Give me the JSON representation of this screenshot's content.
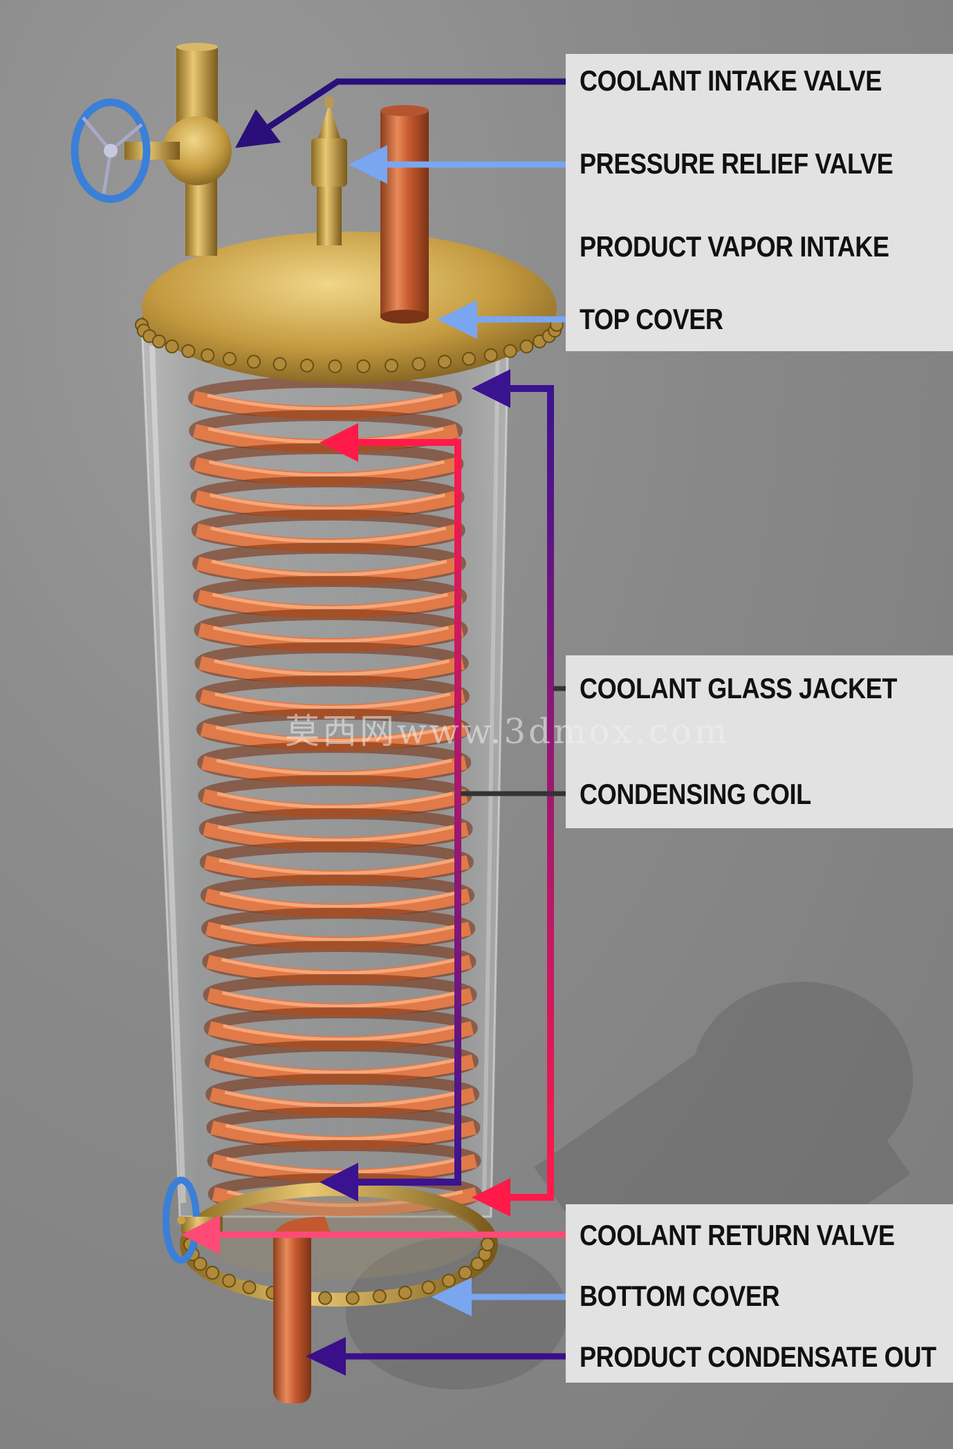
{
  "labels": {
    "coolant_intake_valve": "COOLANT INTAKE VALVE",
    "pressure_relief_valve": "PRESSURE RELIEF VALVE",
    "product_vapor_intake": "PRODUCT VAPOR INTAKE",
    "top_cover": "TOP COVER",
    "coolant_glass_jacket": "COOLANT GLASS JACKET",
    "condensing_coil": "CONDENSING COIL",
    "coolant_return_valve": "COOLANT RETURN VALVE",
    "bottom_cover": "BOTTOM COVER",
    "product_condensate_out": "PRODUCT CONDENSATE OUT"
  },
  "watermark": "莫西网www.3dmox.com",
  "colors": {
    "coolant_intake_arrow": "#2a0f7a",
    "pressure_relief_arrow": "#7aa6f0",
    "top_cover_arrow": "#7aa6f0",
    "coolant_flow_dark": "#3a1390",
    "coolant_flow_hot": "#ff1a4a",
    "coolant_return_arrow": "#ff4a78",
    "bottom_cover_arrow": "#7aa6f0",
    "condensate_arrow": "#3a0f8a",
    "leader_gray": "#333333",
    "panel_bg": "#e2e2e2",
    "copper": "#d86a3c",
    "brass": "#c7a24a",
    "valve_wheel": "#3a7fd8"
  }
}
